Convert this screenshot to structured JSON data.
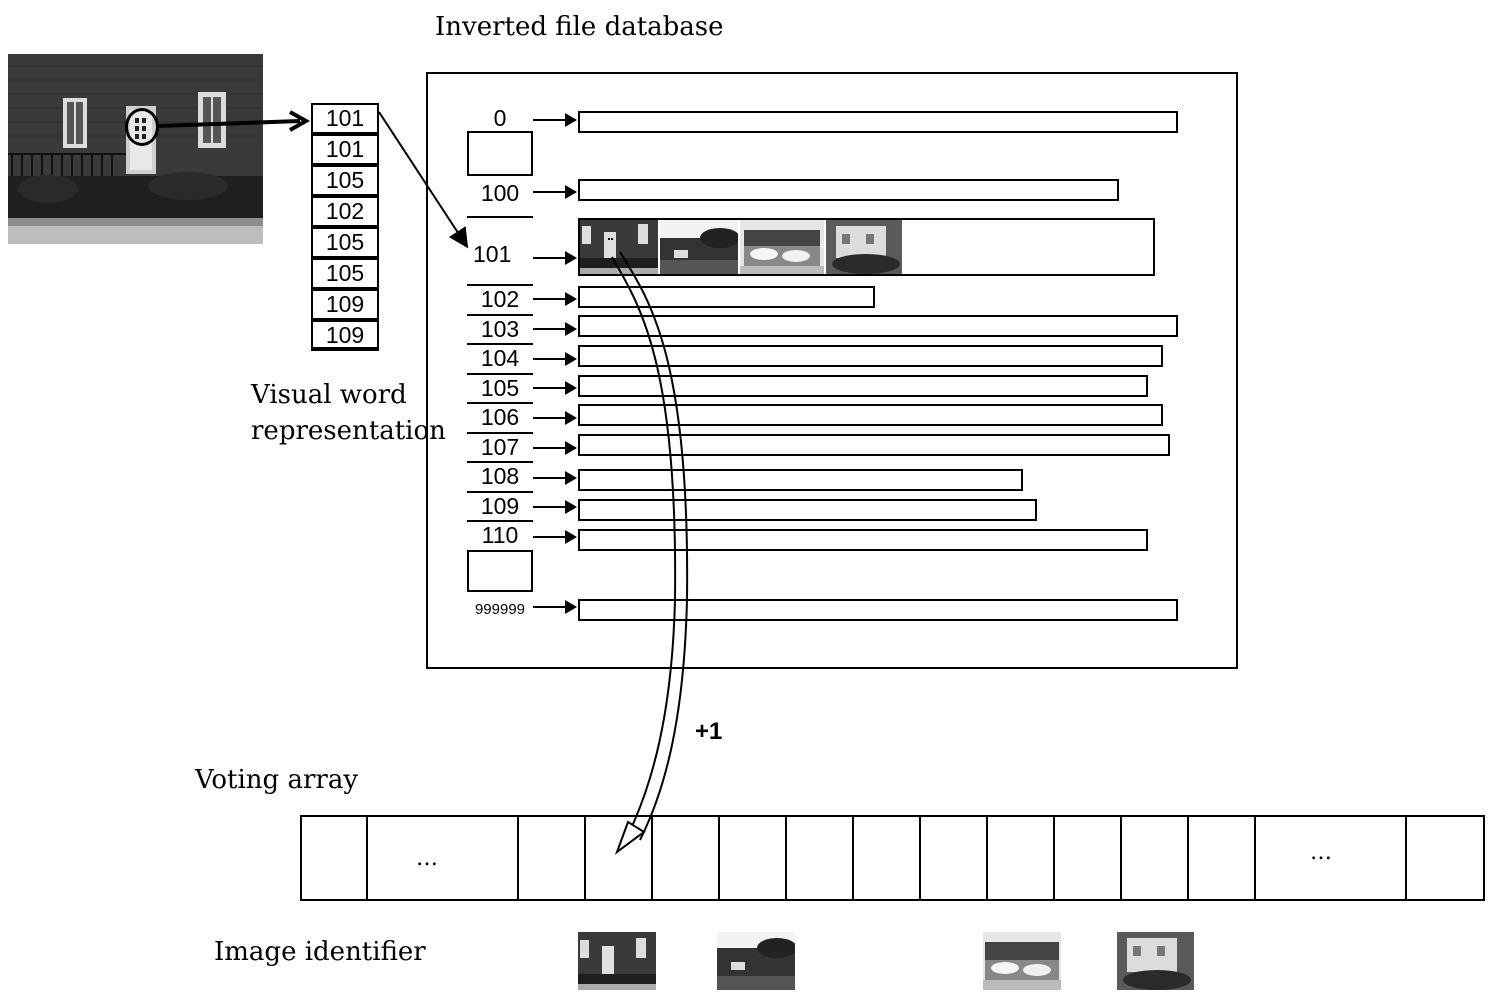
{
  "labels": {
    "database_title": "Inverted file database",
    "visual_word_line1": "Visual word",
    "visual_word_line2": "representation",
    "voting_array": "Voting array",
    "image_identifier": "Image identifier",
    "plus_one": "+1",
    "ellipsis_left": "…",
    "ellipsis_right": "…"
  },
  "visual_words": [
    "101",
    "101",
    "105",
    "102",
    "105",
    "105",
    "109",
    "109"
  ],
  "index_ids": {
    "i0": "0",
    "i100": "100",
    "i101": "101",
    "i102": "102",
    "i103": "103",
    "i104": "104",
    "i105": "105",
    "i106": "106",
    "i107": "107",
    "i108": "108",
    "i109": "109",
    "i110": "110",
    "i999999": "999999"
  },
  "colors": {
    "line": "#000000",
    "background": "#ffffff",
    "photo_dark": "#2b2b2b",
    "photo_sky": "#e8e8e8"
  }
}
